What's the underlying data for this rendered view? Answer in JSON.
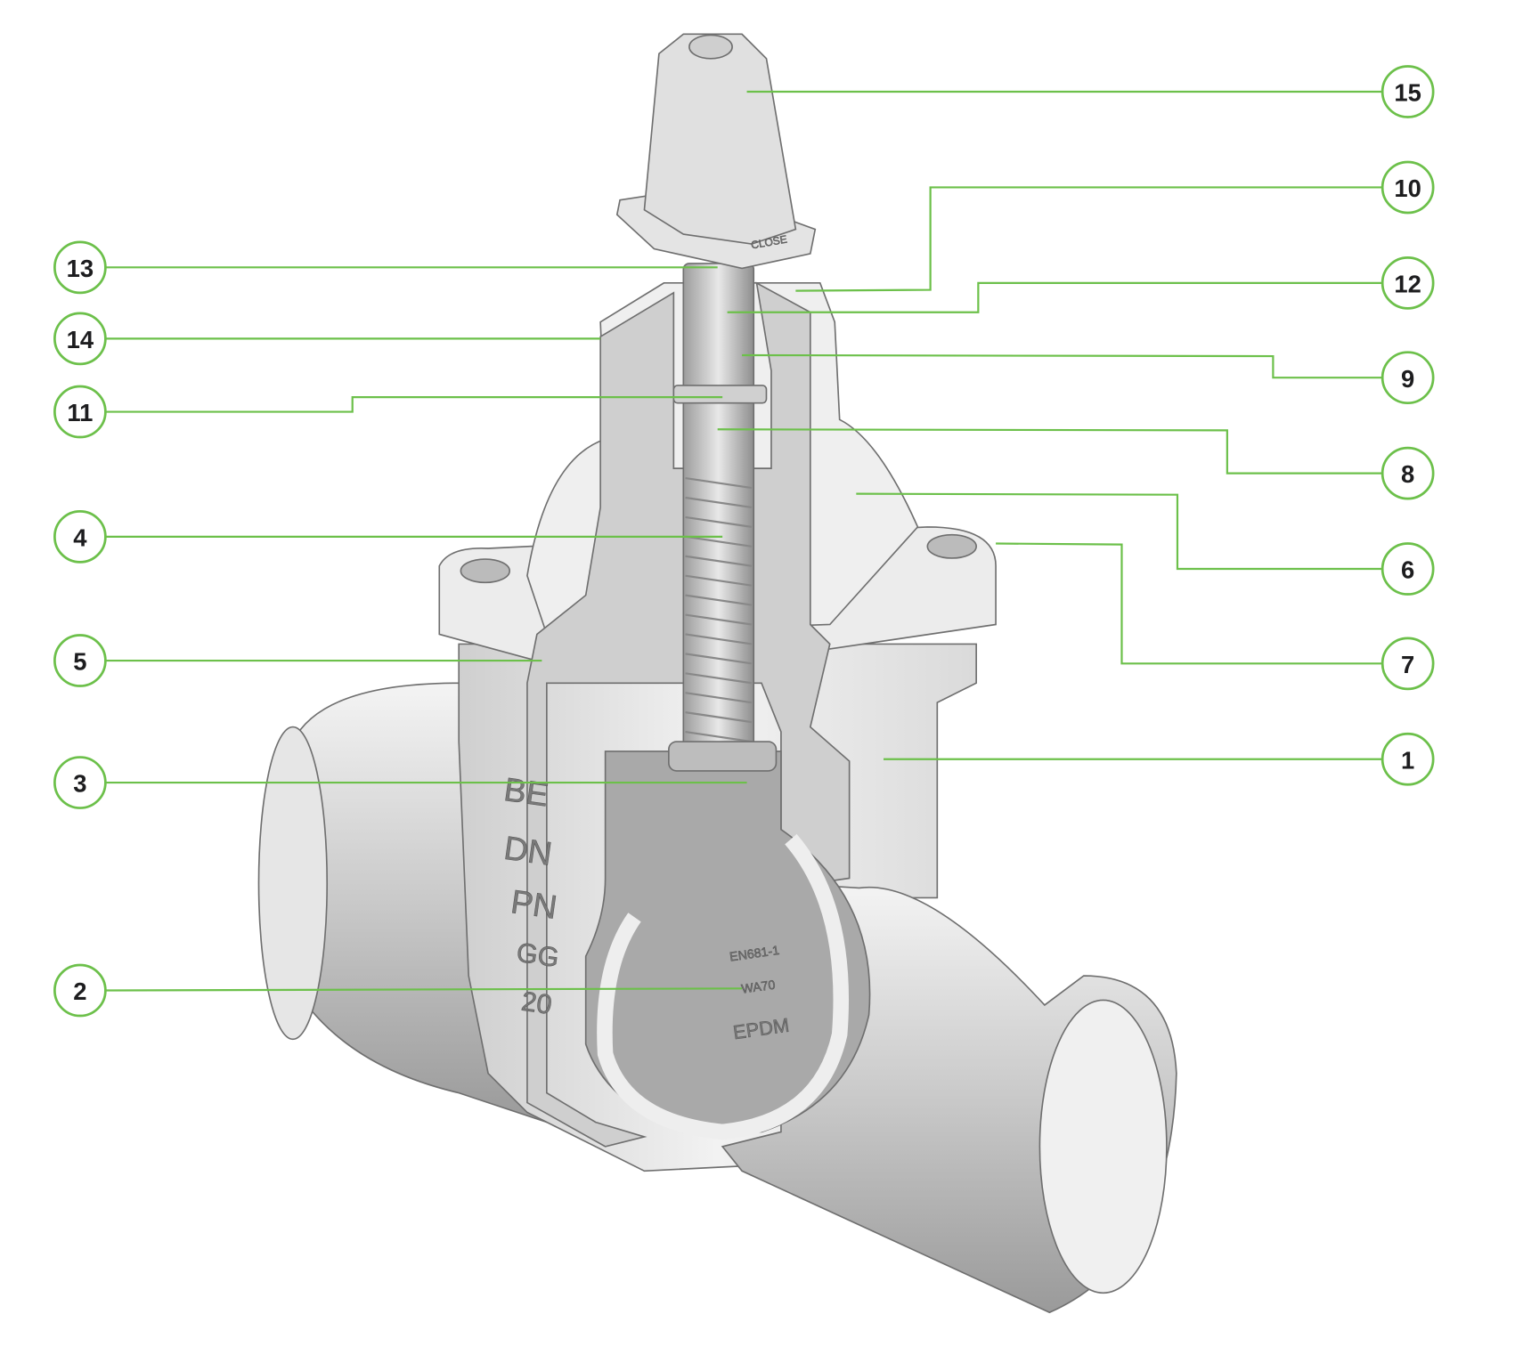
{
  "diagram": {
    "colors": {
      "leader": "#6cc04a",
      "label_text": "#1d1d1f",
      "part_fill": "#d8d8d8"
    },
    "embossed_text": {
      "cap": "CLOSE",
      "body_left": [
        "BE",
        "DN",
        "PN",
        "GG",
        "20"
      ],
      "wedge": [
        "EN681-1",
        "WA70",
        "EPDM"
      ]
    },
    "callouts": [
      {
        "label": "15"
      },
      {
        "label": "10"
      },
      {
        "label": "12"
      },
      {
        "label": "9"
      },
      {
        "label": "8"
      },
      {
        "label": "6"
      },
      {
        "label": "7"
      },
      {
        "label": "1"
      },
      {
        "label": "13"
      },
      {
        "label": "14"
      },
      {
        "label": "11"
      },
      {
        "label": "4"
      },
      {
        "label": "5"
      },
      {
        "label": "3"
      },
      {
        "label": "2"
      }
    ]
  }
}
